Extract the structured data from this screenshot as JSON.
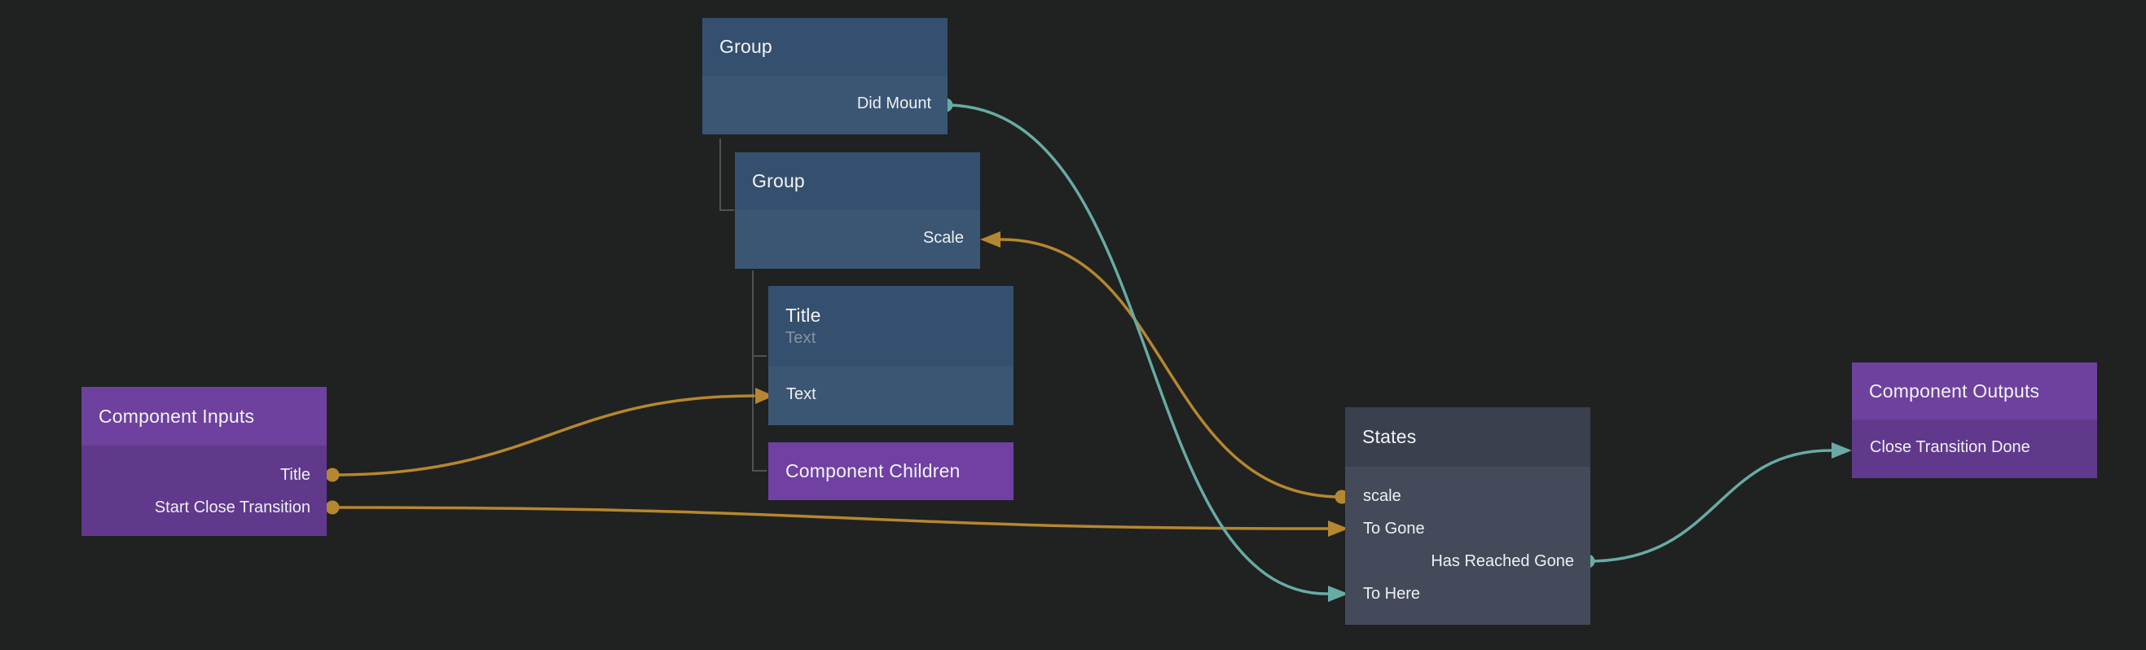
{
  "app": {
    "view": "component-node-graph"
  },
  "colors": {
    "canvas_bg": "#202121",
    "blue_hdr": "#35506e",
    "blue_body": "#3a5673",
    "purple_hdr": "#6e419e",
    "purple_body": "#61398c",
    "purple_solid": "#7041a3",
    "states_hdr": "#3b404f",
    "states_body": "#454a5b",
    "wire_data": "#b5872f",
    "wire_signal": "#68aba5",
    "tree_line": "#505253",
    "text_header": "#f2f3f4",
    "text_port": "#eef0f1",
    "text_subtitle": "#8792a3"
  },
  "nodes": {
    "group_top": {
      "title": "Group",
      "output": "Did Mount"
    },
    "group_inner": {
      "title": "Group",
      "input": "Scale"
    },
    "title_text": {
      "title": "Title",
      "subtitle": "Text",
      "input": "Text"
    },
    "component_children": {
      "title": "Component Children"
    },
    "component_inputs": {
      "title": "Component Inputs",
      "outputs": [
        "Title",
        "Start Close Transition"
      ]
    },
    "states": {
      "title": "States",
      "ports": [
        "scale",
        "To Gone",
        "Has Reached Gone",
        "To Here"
      ]
    },
    "component_outputs": {
      "title": "Component Outputs",
      "input": "Close Transition Done"
    }
  },
  "connections": [
    {
      "from": "Component Inputs.Title",
      "to": "Title.Text",
      "type": "data"
    },
    {
      "from": "Component Inputs.Start Close Transition",
      "to": "States.To Gone",
      "type": "data"
    },
    {
      "from": "States.scale",
      "to": "Group.Scale",
      "type": "data"
    },
    {
      "from": "Group.Did Mount",
      "to": "States.To Here",
      "type": "signal"
    },
    {
      "from": "States.Has Reached Gone",
      "to": "Component Outputs.Close Transition Done",
      "type": "signal"
    }
  ]
}
